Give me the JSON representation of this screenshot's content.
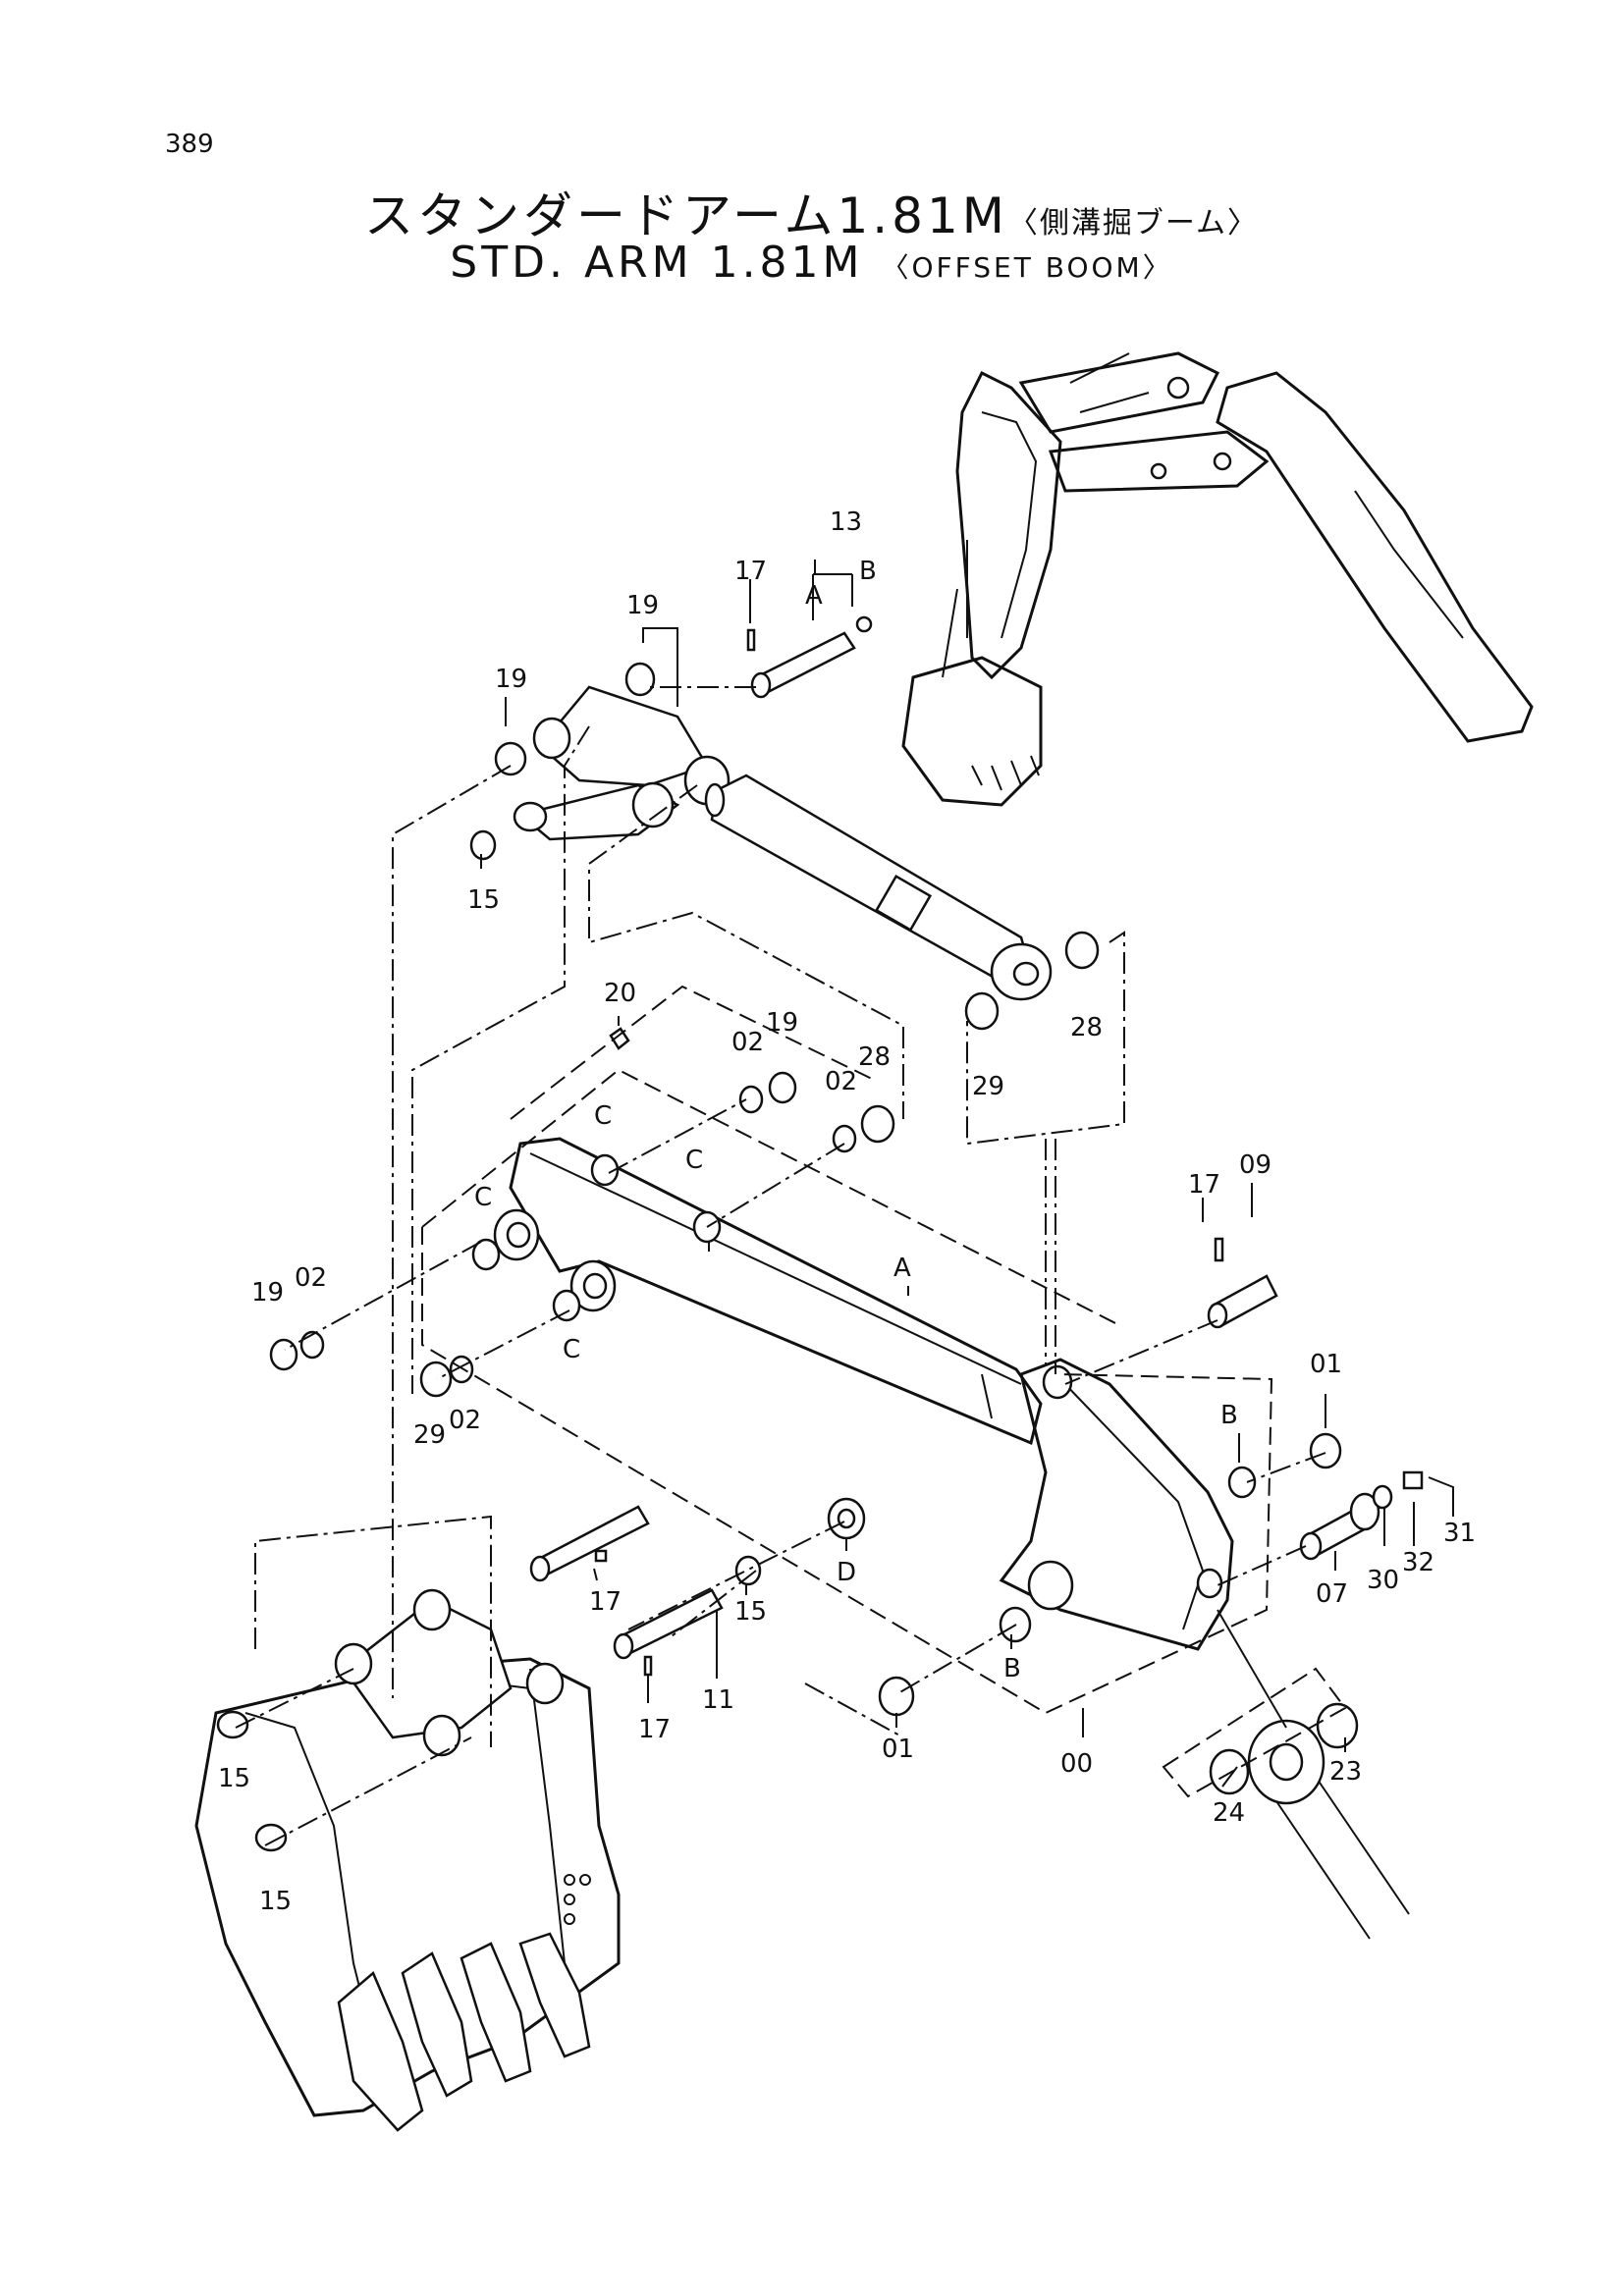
{
  "page_number": "389",
  "title": {
    "ja_main": "スタンダードアーム1.81M",
    "ja_sub": "〈側溝掘ブーム〉",
    "en_main": "STD. ARM  1.81M",
    "en_sub": "〈OFFSET  BOOM〉"
  },
  "callouts": [
    {
      "id": "c-13",
      "text": "13"
    },
    {
      "id": "c-17a",
      "text": "17"
    },
    {
      "id": "c-A-pin",
      "text": "A"
    },
    {
      "id": "c-B-pin",
      "text": "B"
    },
    {
      "id": "c-19a",
      "text": "19"
    },
    {
      "id": "c-19b",
      "text": "19"
    },
    {
      "id": "c-15a",
      "text": "15"
    },
    {
      "id": "c-20",
      "text": "20"
    },
    {
      "id": "c-02a",
      "text": "02"
    },
    {
      "id": "c-19c",
      "text": "19"
    },
    {
      "id": "c-02b",
      "text": "02"
    },
    {
      "id": "c-28a",
      "text": "28"
    },
    {
      "id": "c-28b",
      "text": "28"
    },
    {
      "id": "c-29a",
      "text": "29"
    },
    {
      "id": "c-Ca",
      "text": "C"
    },
    {
      "id": "c-Cb",
      "text": "C"
    },
    {
      "id": "c-Cc",
      "text": "C"
    },
    {
      "id": "c-Cd",
      "text": "C"
    },
    {
      "id": "c-A-arm",
      "text": "A"
    },
    {
      "id": "c-17b",
      "text": "17"
    },
    {
      "id": "c-09",
      "text": "09"
    },
    {
      "id": "c-19d",
      "text": "19"
    },
    {
      "id": "c-02c",
      "text": "02"
    },
    {
      "id": "c-29b",
      "text": "29"
    },
    {
      "id": "c-02d",
      "text": "02"
    },
    {
      "id": "c-01a",
      "text": "01"
    },
    {
      "id": "c-Ba",
      "text": "B"
    },
    {
      "id": "c-31",
      "text": "31"
    },
    {
      "id": "c-32",
      "text": "32"
    },
    {
      "id": "c-30",
      "text": "30"
    },
    {
      "id": "c-07",
      "text": "07"
    },
    {
      "id": "c-17c",
      "text": "17"
    },
    {
      "id": "c-D",
      "text": "D"
    },
    {
      "id": "c-15b",
      "text": "15"
    },
    {
      "id": "c-Bb",
      "text": "B"
    },
    {
      "id": "c-11",
      "text": "11"
    },
    {
      "id": "c-17d",
      "text": "17"
    },
    {
      "id": "c-01b",
      "text": "01"
    },
    {
      "id": "c-00",
      "text": "00"
    },
    {
      "id": "c-23",
      "text": "23"
    },
    {
      "id": "c-24",
      "text": "24"
    },
    {
      "id": "c-15c",
      "text": "15"
    },
    {
      "id": "c-15d",
      "text": "15"
    }
  ]
}
